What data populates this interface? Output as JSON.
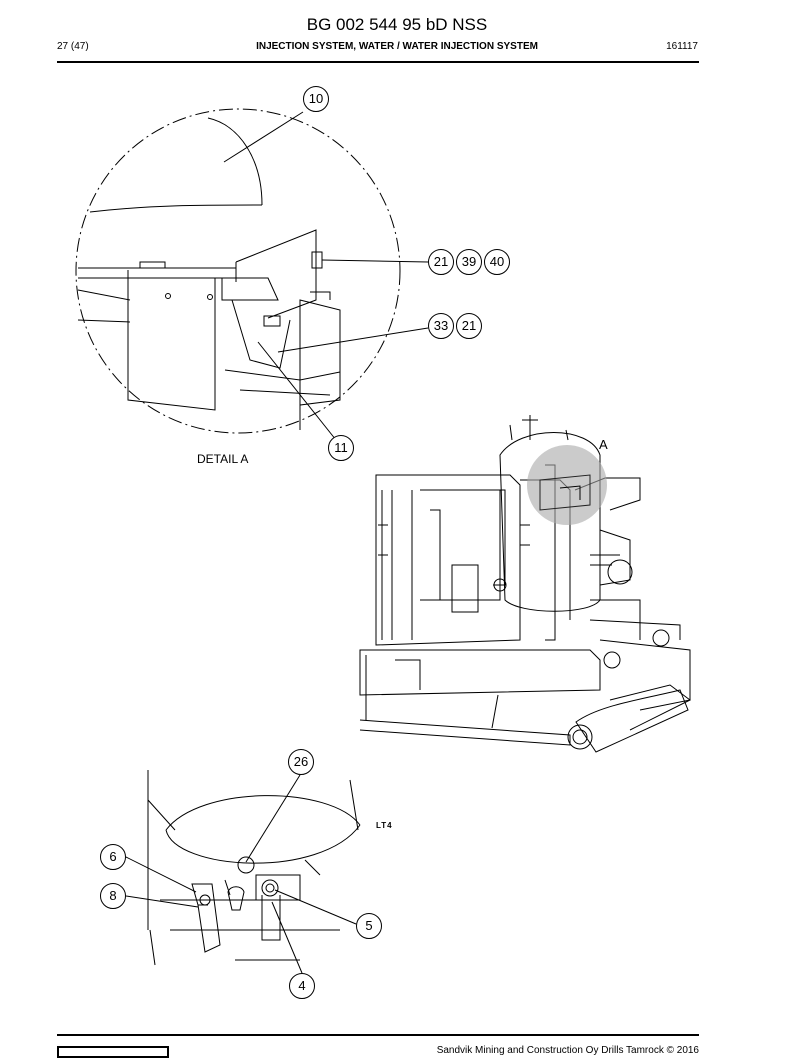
{
  "header": {
    "doc_title": "BG 002 544 95 bD NSS",
    "page": "27 (47)",
    "section": "INJECTION SYSTEM, WATER / WATER INJECTION SYSTEM",
    "date_code": "161117"
  },
  "detail": {
    "label": "DETAIL A"
  },
  "view_marker": "A",
  "lower_view": {
    "tag": "LT4"
  },
  "callouts": [
    "10",
    "21",
    "39",
    "40",
    "33",
    "21",
    "11",
    "26",
    "6",
    "8",
    "5",
    "4"
  ],
  "footer": {
    "copyright": "Sandvik Mining and Construction Oy Drills Tamrock © 2016"
  },
  "colors": {
    "highlight": "#a9a9a9",
    "line": "#000000"
  }
}
